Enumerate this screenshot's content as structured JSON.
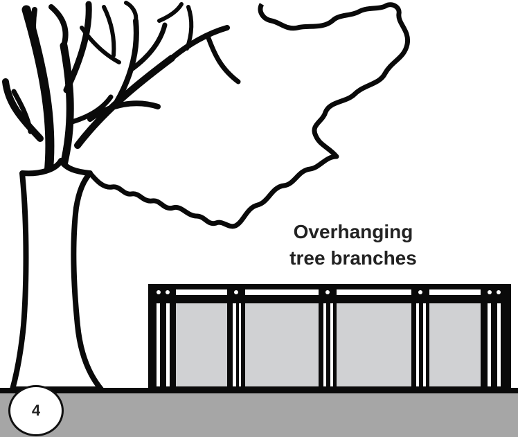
{
  "caption": {
    "line1": "Overhanging",
    "line2": "tree branches"
  },
  "step_number": "4",
  "colors": {
    "outline": "#0a0a0a",
    "ground": "#a6a6a6",
    "fence_panel": "#d0d1d3",
    "background": "#ffffff",
    "text": "#222222"
  }
}
